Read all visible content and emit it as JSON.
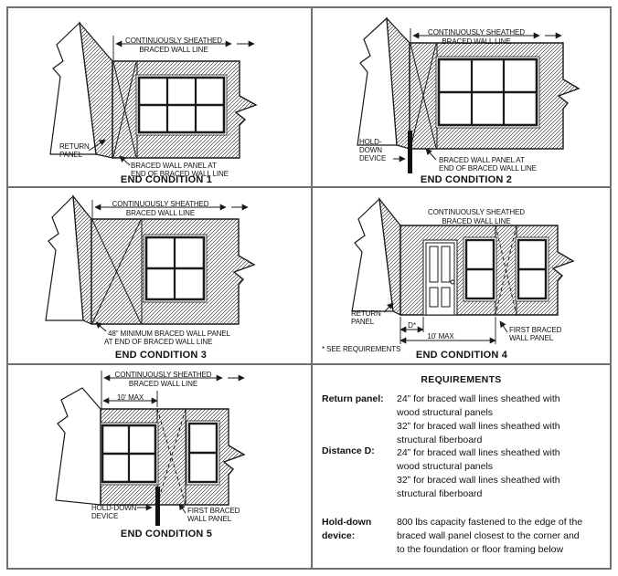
{
  "colors": {
    "line": "#1a1a1a",
    "grid": "#707070",
    "hatch": "#3f3f3f",
    "background": "#ffffff"
  },
  "shared": {
    "dim_label_line1": "CONTINUOUSLY SHEATHED",
    "dim_label_line2": "BRACED WALL LINE",
    "braced_end_line1": "BRACED WALL PANEL AT",
    "braced_end_line2": "END OF BRACED WALL LINE"
  },
  "diagrams": {
    "c1": {
      "caption": "END CONDITION 1",
      "return_line1": "RETURN",
      "return_line2": "PANEL"
    },
    "c2": {
      "caption": "END CONDITION 2",
      "hold_line1": "HOLD-",
      "hold_line2": "DOWN",
      "hold_line3": "DEVICE"
    },
    "c3": {
      "caption": "END CONDITION 3",
      "braced_line1": "48\" MINIMUM BRACED WALL PANEL",
      "braced_line2": "AT END OF BRACED WALL LINE"
    },
    "c4": {
      "caption": "END CONDITION 4",
      "return_line1": "RETURN",
      "return_line2": "PANEL",
      "dim_d": "D*",
      "dim_10": "10' MAX",
      "first_line1": "FIRST BRACED",
      "first_line2": "WALL PANEL",
      "note": "* SEE REQUIREMENTS"
    },
    "c5": {
      "caption": "END CONDITION 5",
      "dim_10": "10' MAX",
      "hold_line1": "HOLD-DOWN",
      "hold_line2": "DEVICE",
      "first_line1": "FIRST BRACED",
      "first_line2": "WALL PANEL"
    }
  },
  "requirements": {
    "title": "REQUIREMENTS",
    "return_panel": {
      "label": "Return panel:",
      "lines": [
        "24” for braced wall lines sheathed with",
        "wood structural panels",
        "32” for braced wall lines sheathed with",
        "structural fiberboard"
      ]
    },
    "distance_d": {
      "label": "Distance D:",
      "lines": [
        "24” for braced wall lines sheathed with",
        "wood structural panels",
        "32” for braced wall lines sheathed with",
        "structural fiberboard"
      ]
    },
    "hold_down": {
      "label_line1": "Hold-down",
      "label_line2": "device:",
      "lines": [
        "800 lbs capacity fastened to the edge of the",
        "braced wall panel closest to the corner and",
        "to the foundation or floor framing below"
      ]
    }
  }
}
